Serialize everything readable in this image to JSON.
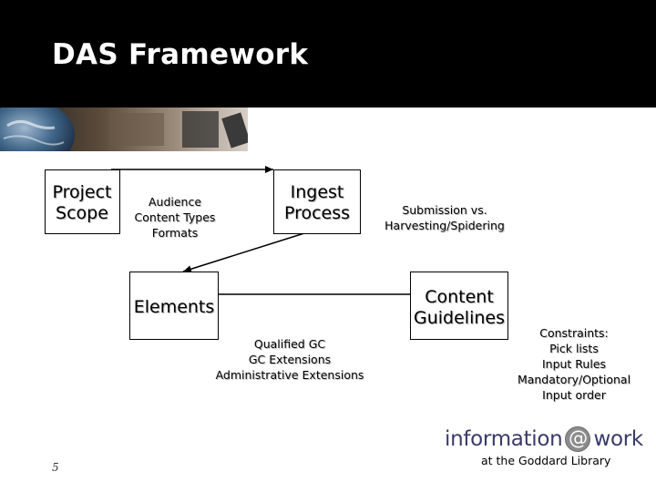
{
  "slide": {
    "title": "DAS Framework",
    "page_number": "5"
  },
  "nodes": {
    "project_scope": "Project\nScope",
    "ingest_process": "Ingest\nProcess",
    "elements": "Elements",
    "content_guidelines": "Content\nGuidelines"
  },
  "annotations": {
    "audience": "Audience\nContent Types\nFormats",
    "submission": "Submission vs.\nHarvesting/Spidering",
    "qualified": "Qualified GC\nGC Extensions\nAdministrative Extensions",
    "constraints": "Constraints:\nPick lists\nInput Rules\nMandatory/Optional\nInput order"
  },
  "logo": {
    "word1": "information",
    "at": "@",
    "word2": "work",
    "tagline": "at the Goddard Library"
  },
  "colors": {
    "title_bar": "#000000",
    "title_text": "#ffffff",
    "logo_text": "#3a3a6a"
  }
}
